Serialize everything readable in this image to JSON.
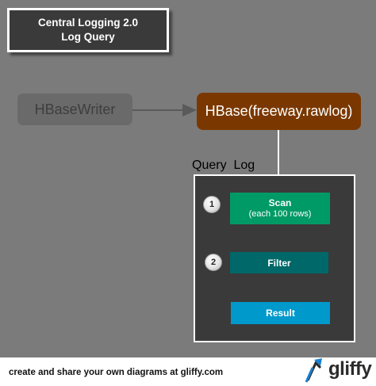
{
  "title": {
    "line1": "Central Logging 2.0",
    "line2": "Log Query"
  },
  "nodes": {
    "hbasewriter": "HBaseWriter",
    "hbase": "HBase(freeway.rawlog)",
    "query_label": "Query  Log",
    "scan": {
      "label": "Scan",
      "sub": "(each 100 rows)"
    },
    "filter": "Filter",
    "result": "Result"
  },
  "steps": [
    "1",
    "2"
  ],
  "footer": {
    "text": "create and share your own diagrams at gliffy.com",
    "logo": "gliffy"
  },
  "colors": {
    "background": "#7b7b7b",
    "hbase": "#7a3800",
    "scan": "#009a66",
    "filter": "#006868",
    "result": "#0099cc",
    "query_box": "#3a3a3a"
  }
}
